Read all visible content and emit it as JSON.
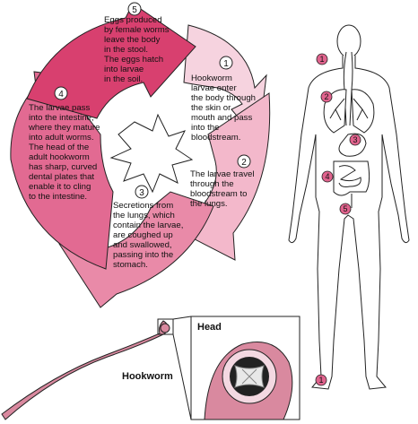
{
  "colors": {
    "arrow1": "#f6d3df",
    "arrow2": "#f3b8cb",
    "arrow3": "#e98aa8",
    "arrow4": "#e26a92",
    "arrow5": "#d8406f",
    "worm": "#d9899f",
    "badge": "#e0638d",
    "outline": "#222222"
  },
  "cycle": [
    {
      "number": "1",
      "lines": [
        "Hookworm",
        "larvae enter",
        "the body through",
        "the skin or",
        "mouth and pass",
        "into the",
        "bloodstream."
      ]
    },
    {
      "number": "2",
      "lines": [
        "The larvae travel",
        "through the",
        "bloodstream to",
        "the lungs."
      ]
    },
    {
      "number": "3",
      "lines": [
        "Secretions from",
        "the lungs, which",
        "contain the larvae,",
        "are coughed up",
        "and swallowed,",
        "passing into the",
        "stomach."
      ]
    },
    {
      "number": "4",
      "lines": [
        "The larvae pass",
        "into the intestine,",
        "where they mature",
        "into adult worms.",
        "The head of the",
        "adult hookworm",
        "has sharp, curved",
        "dental plates that",
        "enable it to cling",
        "to the intestine."
      ]
    },
    {
      "number": "5",
      "lines": [
        "Eggs produced",
        "by female worms",
        "leave the body",
        "in the stool.",
        "The eggs hatch",
        "into larvae",
        "in the soil."
      ]
    }
  ],
  "body_markers": [
    "1",
    "2",
    "3",
    "4",
    "5",
    "1"
  ],
  "worm": {
    "label": "Hookworm",
    "inset_label": "Head"
  }
}
